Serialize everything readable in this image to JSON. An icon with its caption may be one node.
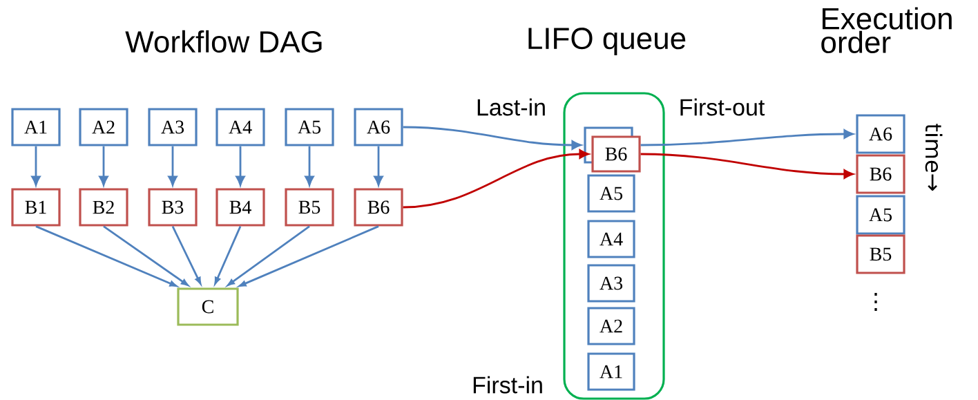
{
  "diagram": {
    "nodes": [
      {
        "text": [
          "A1"
        ]
      },
      {
        "text": [
          "A2"
        ]
      },
      {
        "text": [
          "A3"
        ]
      },
      {
        "text": [
          "A4"
        ]
      },
      {
        "text": [
          "A5"
        ]
      },
      {
        "text": [
          "A6"
        ]
      },
      {
        "text": [
          "B1"
        ]
      },
      {
        "text": [
          "B2"
        ]
      },
      {
        "text": [
          "B3"
        ]
      },
      {
        "text": [
          "B4"
        ]
      },
      {
        "text": [
          "B5"
        ]
      },
      {
        "text": [
          "B6"
        ]
      },
      {
        "text": [
          "C"
        ]
      },
      {
        "text": [],
        "shape": "box"
      },
      {
        "text": [],
        "shape": "box",
        "in": 13
      },
      {
        "text": [
          "B6"
        ],
        "in": 13
      },
      {
        "text": [
          "A5"
        ],
        "in": 13
      },
      {
        "text": [
          "A4"
        ],
        "in": 13
      },
      {
        "text": [
          "A3"
        ],
        "in": 13
      },
      {
        "text": [
          "A2"
        ],
        "in": 13
      },
      {
        "text": [
          "A1"
        ],
        "in": 13
      },
      {
        "text": [
          "A6"
        ]
      },
      {
        "text": [
          "B6"
        ]
      },
      {
        "text": [
          "A5"
        ]
      },
      {
        "text": [
          "B5"
        ]
      }
    ],
    "edges": [
      {
        "from": 0,
        "to": 6,
        "arrow": "to"
      },
      {
        "from": 1,
        "to": 7,
        "arrow": "to"
      },
      {
        "from": 2,
        "to": 8,
        "arrow": "to"
      },
      {
        "from": 3,
        "to": 9,
        "arrow": "to"
      },
      {
        "from": 4,
        "to": 10,
        "arrow": "to"
      },
      {
        "from": 5,
        "to": 11,
        "arrow": "to"
      },
      {
        "from": 6,
        "to": 12,
        "arrow": "to"
      },
      {
        "from": 7,
        "to": 12,
        "arrow": "to"
      },
      {
        "from": 8,
        "to": 12,
        "arrow": "to"
      },
      {
        "from": 9,
        "to": 12,
        "arrow": "to"
      },
      {
        "from": 10,
        "to": 12,
        "arrow": "to"
      },
      {
        "from": 11,
        "to": 12,
        "arrow": "to"
      },
      {
        "from": 5,
        "to": 14,
        "arrow": "to"
      },
      {
        "from": 11,
        "to": 15,
        "arrow": "to",
        "color": "#c00000"
      },
      {
        "from": 14,
        "to": 21,
        "arrow": "to"
      },
      {
        "from": 15,
        "to": 22,
        "arrow": "to",
        "color": "#c00000"
      }
    ],
    "labels": [
      "Workflow DAG",
      "LIFO queue",
      "Execution order",
      "Last-in",
      "First-out",
      "First-in",
      "time→",
      "⋮"
    ]
  }
}
